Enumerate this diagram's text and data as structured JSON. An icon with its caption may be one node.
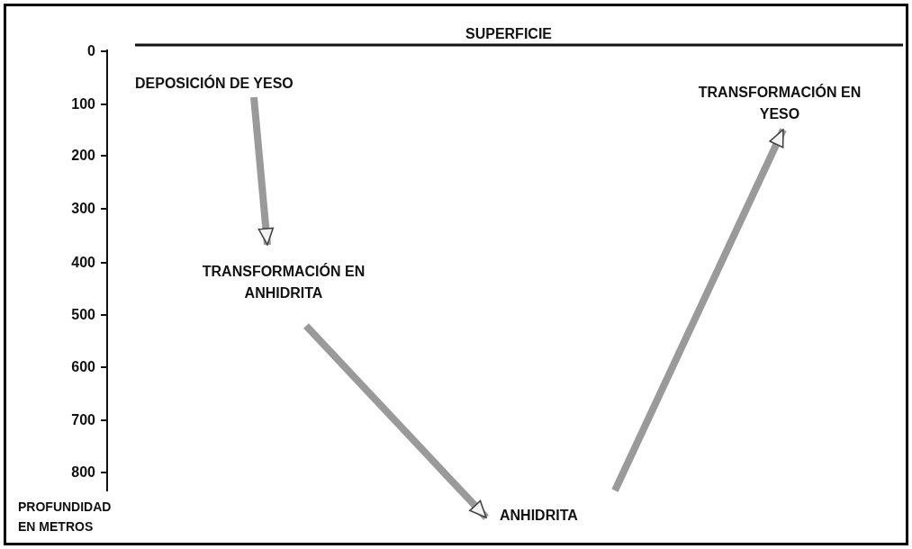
{
  "diagram": {
    "nodes": [
      {
        "text": [
          "DEPOSICIÓN DE YESO"
        ]
      },
      {
        "text": [
          "TRANSFORMACIÓN EN ANHIDRITA"
        ]
      },
      {
        "text": [
          "ANHIDRITA"
        ]
      },
      {
        "text": [
          "TRANSFORMACIÓN EN YESO"
        ]
      }
    ],
    "edges": [
      {
        "from": 0,
        "to": 1,
        "arrow": "to"
      },
      {
        "from": 1,
        "to": 2,
        "arrow": "to"
      },
      {
        "from": 2,
        "to": 3,
        "arrow": "to"
      }
    ],
    "labels": [
      "SUPERFICIE",
      "0",
      "100",
      "200",
      "300",
      "400",
      "500",
      "600",
      "700",
      "800",
      "PROFUNDIDAD EN METROS"
    ]
  }
}
